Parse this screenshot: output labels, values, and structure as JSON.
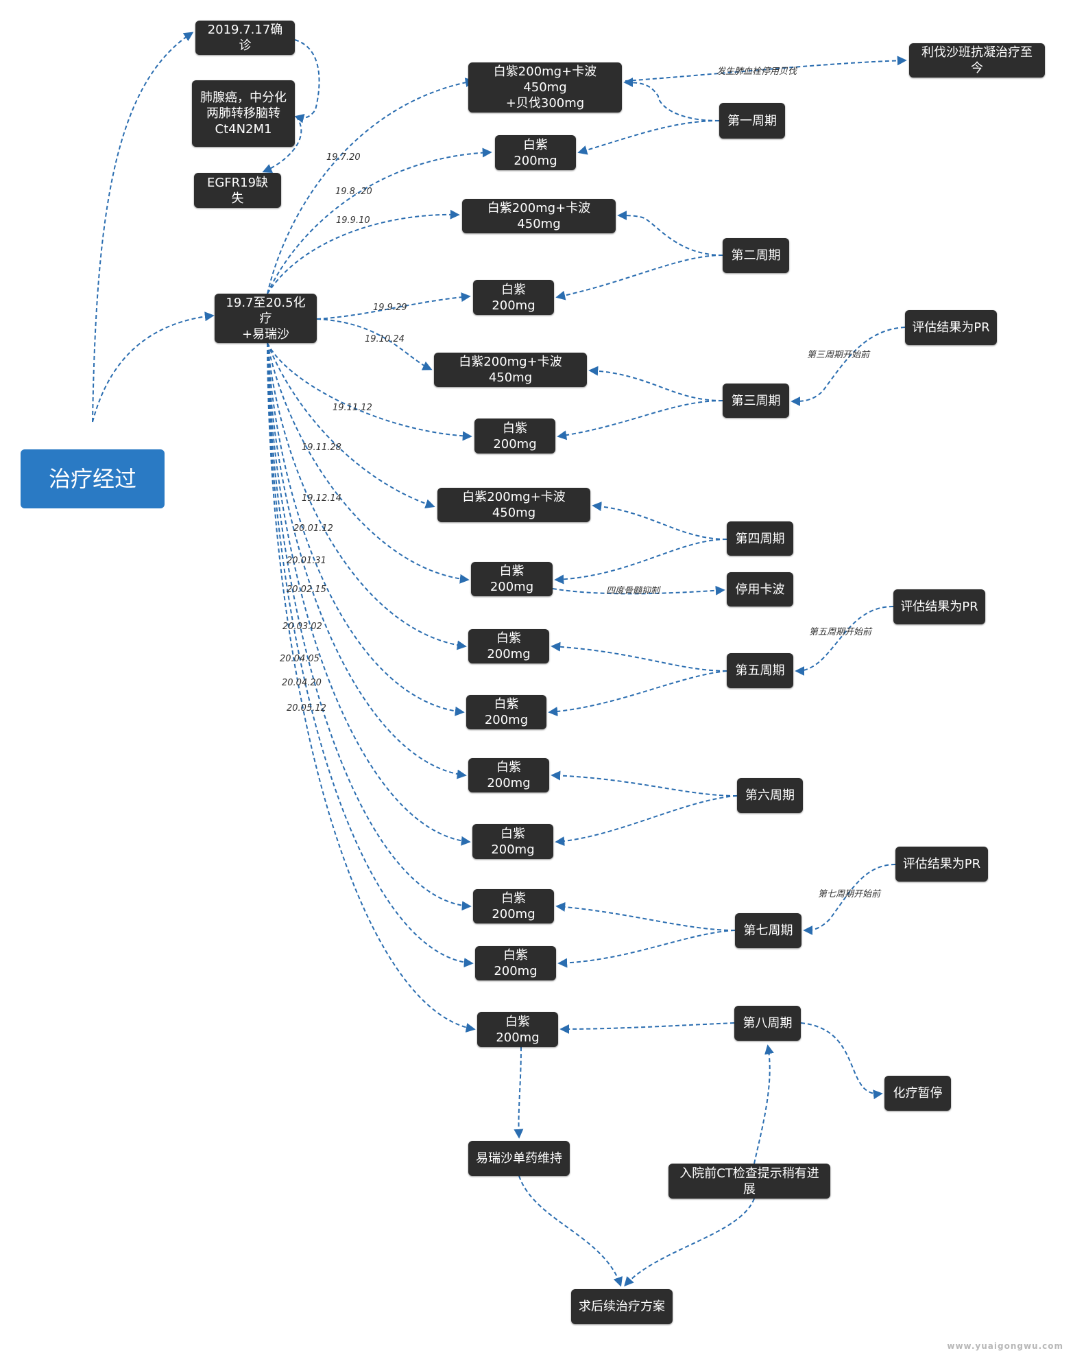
{
  "colors": {
    "root_fill": "#2a7ac4",
    "node_fill": "#2d2d2d",
    "node_text": "#ffffff",
    "edge": "#2a6db0",
    "background": "#ffffff"
  },
  "nodes": {
    "root": "治疗经过",
    "diag_date": "2019.7.17确诊",
    "diag_detail": "肺腺癌，中分化\n两肺转移脑转\nCt4N2M1",
    "egfr": "EGFR19缺失",
    "chemo_main": "19.7至20.5化疗\n+易瑞沙",
    "t1": "白紫200mg+卡波450mg\n+贝伐300mg",
    "rivaroxaban": "利伐沙班抗凝治疗至今",
    "c1": "第一周期",
    "t2": "白紫200mg",
    "t3": "白紫200mg+卡波450mg",
    "c2": "第二周期",
    "t4": "白紫200mg",
    "pr1": "评估结果为PR",
    "t5": "白紫200mg+卡波450mg",
    "c3": "第三周期",
    "t6": "白紫200mg",
    "t7": "白紫200mg+卡波450mg",
    "c4": "第四周期",
    "t8": "白紫200mg",
    "stop_carbo": "停用卡波",
    "pr2": "评估结果为PR",
    "t9": "白紫200mg",
    "c5": "第五周期",
    "t10": "白紫200mg",
    "t11": "白紫200mg",
    "c6": "第六周期",
    "t12": "白紫200mg",
    "pr3": "评估结果为PR",
    "t13": "白紫200mg",
    "c7": "第七周期",
    "t14": "白紫200mg",
    "t15": "白紫200mg",
    "c8": "第八周期",
    "chemo_pause": "化疗暂停",
    "iressa": "易瑞沙单药维持",
    "ct": "入院前CT检查提示稍有进展",
    "plan": "求后续治疗方案"
  },
  "edge_labels": {
    "d1": "19.7.20",
    "d2": "19.8..20",
    "d3": "19.9.10",
    "d4": "19.9.29",
    "d5": "19.10.24",
    "d6": "19.11.12",
    "d7": "19.11.28",
    "d8": "19.12.14",
    "d9": "20.01.12",
    "d10": "20.01.31",
    "d11": "20.02.15",
    "d12": "20.03.02",
    "d13": "20.04.05",
    "d14": "20.04.20",
    "d15": "20.05.12",
    "thrombosis": "发生肺血栓停用贝伐",
    "before_c3": "第三周期开始前",
    "marrow": "四度骨髓抑制",
    "before_c5": "第五周期开始前",
    "before_c7": "第七周期开始前"
  },
  "watermark": "www.yuaigongwu.com"
}
